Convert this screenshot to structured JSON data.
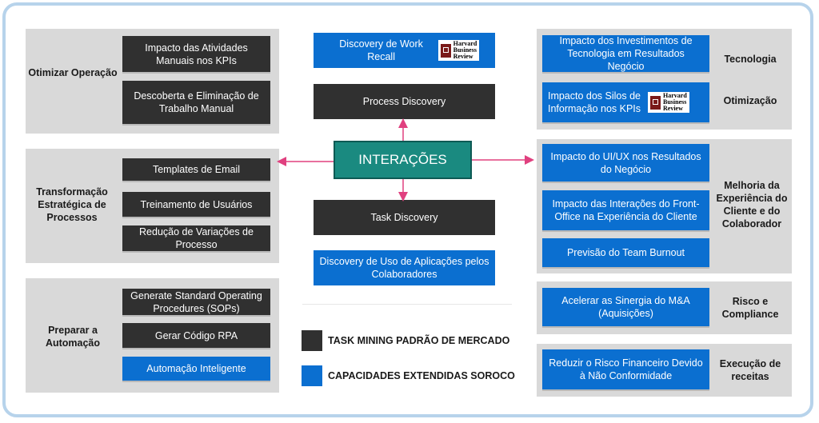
{
  "left_panels": [
    {
      "label": "Otimizar Operação",
      "items": [
        {
          "text": "Impacto das Atividades Manuais nos KPIs",
          "style": "dark"
        },
        {
          "text": "Descoberta e Eliminação de Trabalho Manual",
          "style": "dark"
        }
      ]
    },
    {
      "label": "Transformação Estratégica de Processos",
      "items": [
        {
          "text": "Templates de Email",
          "style": "dark"
        },
        {
          "text": "Treinamento de Usuários",
          "style": "dark"
        },
        {
          "text": "Redução de Variações de Processo",
          "style": "dark"
        }
      ]
    },
    {
      "label": "Preparar a Automação",
      "items": [
        {
          "text": "Generate Standard Operating Procedures (SOPs)",
          "style": "dark"
        },
        {
          "text": "Gerar Código RPA",
          "style": "dark"
        },
        {
          "text": "Automação Inteligente",
          "style": "blue"
        }
      ]
    }
  ],
  "center": {
    "work_recall": "Discovery de Work Recall",
    "process_discovery": "Process Discovery",
    "interacoes": "INTERAÇÕES",
    "task_discovery": "Task Discovery",
    "app_usage": "Discovery de Uso de Aplicações pelos Colaboradores"
  },
  "hbr_logo": {
    "line1": "Harvard",
    "line2": "Business",
    "line3": "Review"
  },
  "right_panels": [
    {
      "items": [
        {
          "text": "Impacto dos Investimentos de Tecnologia em Resultados Negócio",
          "label": "Tecnologia"
        },
        {
          "text": "Impacto dos Silos de Informação nos KPIs",
          "label": "Otimização",
          "hbr": true
        }
      ]
    },
    {
      "label": "Melhoria da Experiência do Cliente e do Colaborador",
      "items": [
        {
          "text": "Impacto do UI/UX nos Resultados do Negócio"
        },
        {
          "text": "Impacto das Interações do Front-Office na Experiência do Cliente"
        },
        {
          "text": "Previsão do Team Burnout"
        }
      ]
    },
    {
      "label": "Risco e Compliance",
      "items": [
        {
          "text": "Acelerar as Sinergia do M&A (Aquisições)"
        }
      ]
    },
    {
      "label": "Execução de receitas",
      "items": [
        {
          "text": "Reduzir o Risco Financeiro Devido à Não Conformidade"
        }
      ]
    }
  ],
  "legend": [
    {
      "text": "TASK MINING PADRÃO DE MERCADO",
      "color": "#303030"
    },
    {
      "text": "CAPACIDADES EXTENDIDAS SOROCO",
      "color": "#0b6fd0"
    }
  ],
  "colors": {
    "dark": "#303030",
    "blue": "#0b6fd0",
    "teal": "#1a8a80",
    "arrow": "#e0407f",
    "panel": "#d9d9d9"
  }
}
